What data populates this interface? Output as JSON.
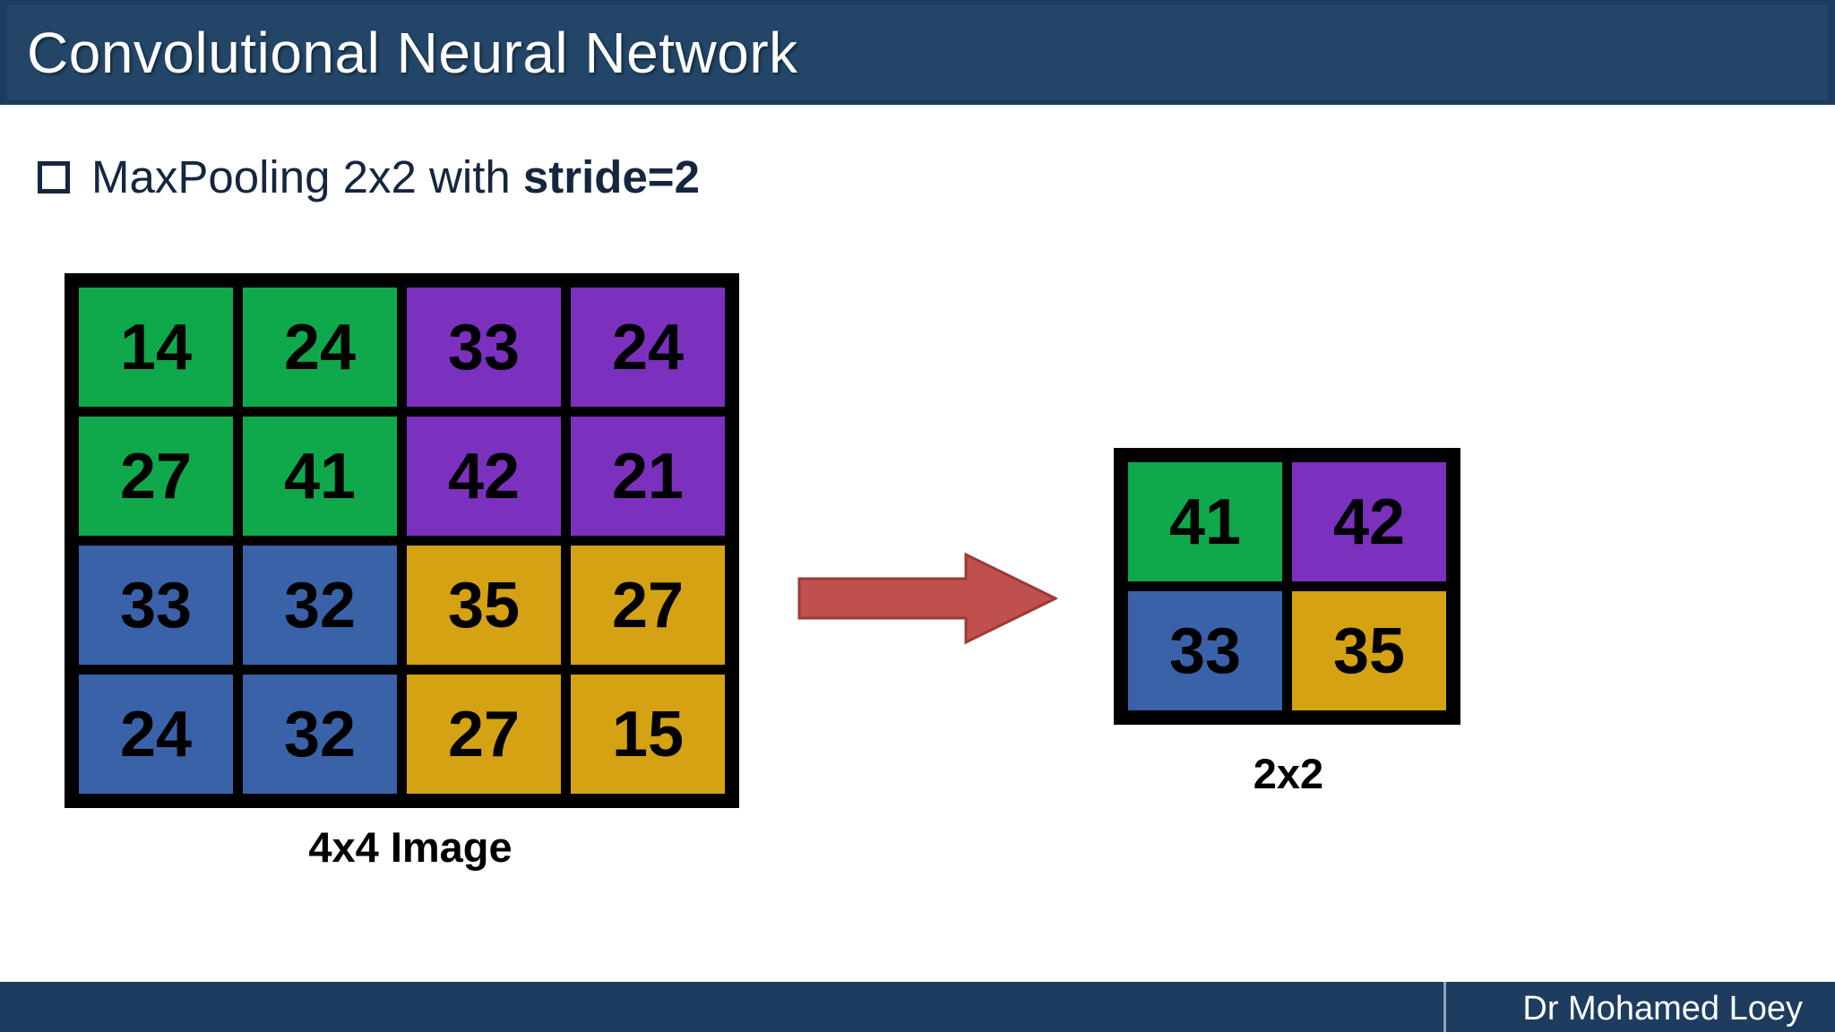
{
  "header": {
    "title": "Convolutional Neural Network",
    "bar_color": "#1d3c60"
  },
  "bullet": {
    "icon": "hollow-square-bullet",
    "text_plain": "MaxPooling 2x2 with stride=2",
    "text_normal": "MaxPooling 2x2 with ",
    "text_bold": "stride=2"
  },
  "input_grid": {
    "caption": "4x4 Image",
    "rows": 4,
    "cols": 4,
    "cells": [
      [
        {
          "value": "14",
          "color_name": "green",
          "color": "#0FA94C"
        },
        {
          "value": "24",
          "color_name": "green",
          "color": "#0FA94C"
        },
        {
          "value": "33",
          "color_name": "purple",
          "color": "#7C30BE"
        },
        {
          "value": "24",
          "color_name": "purple",
          "color": "#7C30BE"
        }
      ],
      [
        {
          "value": "27",
          "color_name": "green",
          "color": "#0FA94C"
        },
        {
          "value": "41",
          "color_name": "green",
          "color": "#0FA94C"
        },
        {
          "value": "42",
          "color_name": "purple",
          "color": "#7C30BE"
        },
        {
          "value": "21",
          "color_name": "purple",
          "color": "#7C30BE"
        }
      ],
      [
        {
          "value": "33",
          "color_name": "blue",
          "color": "#3A62A8"
        },
        {
          "value": "32",
          "color_name": "blue",
          "color": "#3A62A8"
        },
        {
          "value": "35",
          "color_name": "gold",
          "color": "#D5A214"
        },
        {
          "value": "27",
          "color_name": "gold",
          "color": "#D5A214"
        }
      ],
      [
        {
          "value": "24",
          "color_name": "blue",
          "color": "#3A62A8"
        },
        {
          "value": "32",
          "color_name": "blue",
          "color": "#3A62A8"
        },
        {
          "value": "27",
          "color_name": "gold",
          "color": "#D5A214"
        },
        {
          "value": "15",
          "color_name": "gold",
          "color": "#D5A214"
        }
      ]
    ]
  },
  "arrow": {
    "icon": "right-arrow-icon",
    "color": "#C0504D",
    "outline": "#9B3A37"
  },
  "output_grid": {
    "caption": "2x2",
    "rows": 2,
    "cols": 2,
    "cells": [
      [
        {
          "value": "41",
          "color_name": "green",
          "color": "#0FA94C"
        },
        {
          "value": "42",
          "color_name": "purple",
          "color": "#7C30BE"
        }
      ],
      [
        {
          "value": "33",
          "color_name": "blue",
          "color": "#3A62A8"
        },
        {
          "value": "35",
          "color_name": "gold",
          "color": "#D5A214"
        }
      ]
    ]
  },
  "footer": {
    "author": "Dr Mohamed Loey",
    "bar_color": "#1d3c60"
  }
}
